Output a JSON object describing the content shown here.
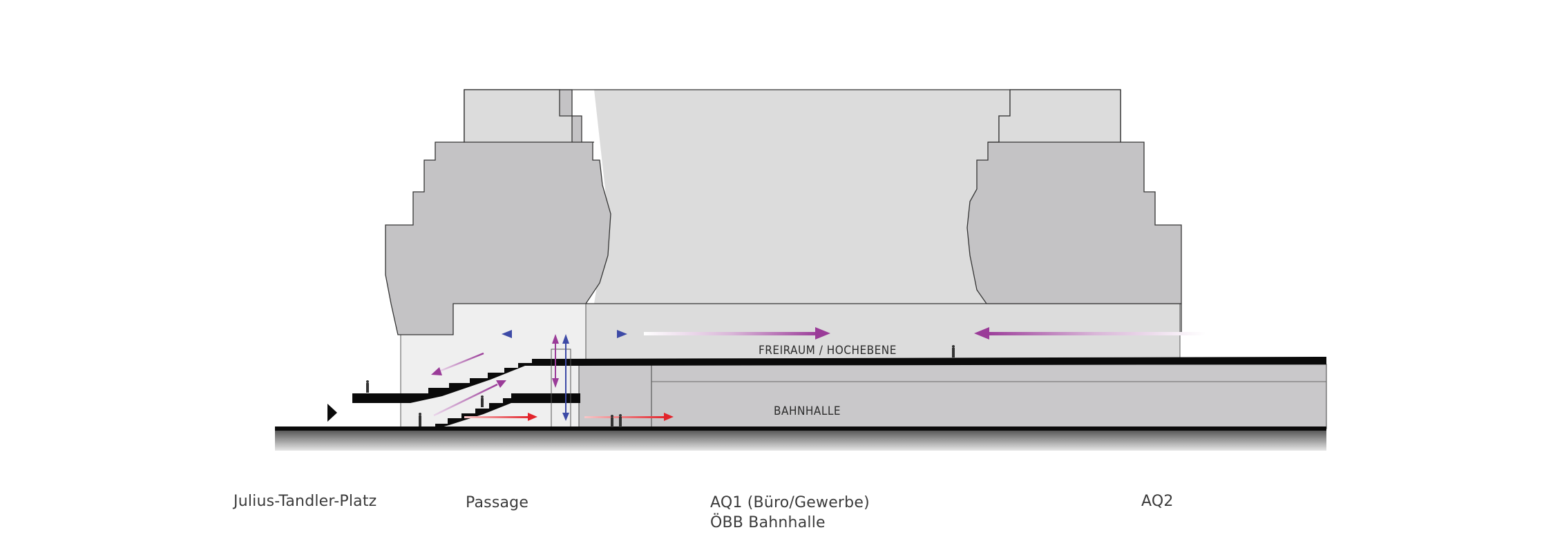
{
  "labels": {
    "freiraum": "FREIRAUM / HOCHEBENE",
    "bahnhalle": "BAHNHALLE"
  },
  "captions": {
    "julius_tandler_platz": "Julius-Tandler-Platz",
    "passage": "Passage",
    "aq1_line1": "AQ1 (Büro/Gewerbe)",
    "aq1_line2": "ÖBB Bahnhalle",
    "aq2": "AQ2"
  },
  "colors": {
    "background": "#ffffff",
    "tower_light": "#dcdcdc",
    "tower_dark": "#c4c3c5",
    "passage_fill": "#efefef",
    "hall_fill": "#c9c8ca",
    "slab": "#0a0a0a",
    "arrow_blue": "#3d4aa6",
    "arrow_purple": "#9a3b98",
    "arrow_red": "#e2242b"
  }
}
